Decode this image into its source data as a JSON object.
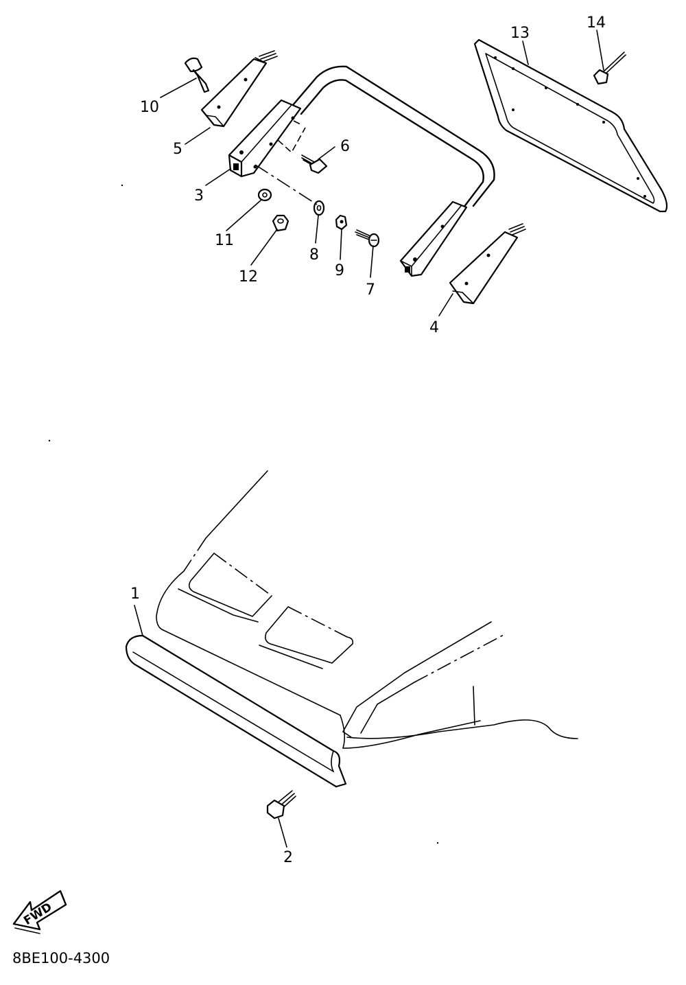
{
  "diagram": {
    "drawing_code": "8BE100-4300",
    "fwd_label": "FWD",
    "callouts": {
      "c1": "1",
      "c2": "2",
      "c3": "3",
      "c4": "4",
      "c5": "5",
      "c6": "6",
      "c7": "7",
      "c8": "8",
      "c9": "9",
      "c10": "10",
      "c11": "11",
      "c12": "12",
      "c13": "13",
      "c14": "14"
    },
    "parts": [
      {
        "ref": "1",
        "icon": "front-bumper-icon"
      },
      {
        "ref": "2",
        "icon": "bolt-icon"
      },
      {
        "ref": "3",
        "icon": "bracket-icon"
      },
      {
        "ref": "4",
        "icon": "bracket-icon"
      },
      {
        "ref": "5",
        "icon": "bracket-icon"
      },
      {
        "ref": "6",
        "icon": "bolt-icon"
      },
      {
        "ref": "7",
        "icon": "screw-icon"
      },
      {
        "ref": "8",
        "icon": "washer-icon"
      },
      {
        "ref": "9",
        "icon": "nut-icon"
      },
      {
        "ref": "10",
        "icon": "pin-icon"
      },
      {
        "ref": "11",
        "icon": "washer-icon"
      },
      {
        "ref": "12",
        "icon": "nut-icon"
      },
      {
        "ref": "13",
        "icon": "gasket-frame-icon"
      },
      {
        "ref": "14",
        "icon": "rivet-icon"
      }
    ]
  }
}
